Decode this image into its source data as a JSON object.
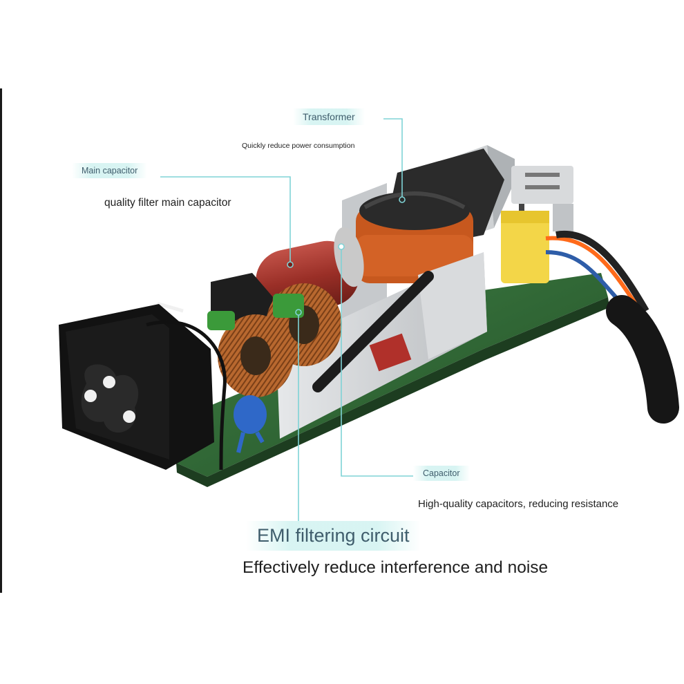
{
  "callouts": {
    "transformer": {
      "title": "Transformer",
      "description": "Quickly reduce power consumption"
    },
    "main_capacitor": {
      "title": "Main capacitor",
      "description": "quality filter main capacitor"
    },
    "capacitor": {
      "title": "Capacitor",
      "description": "High-quality capacitors, reducing resistance"
    },
    "emi_filter": {
      "title": "EMI filtering circuit",
      "description": "Effectively reduce interference and noise"
    }
  },
  "colors": {
    "leader_line": "#7fd3d6",
    "label_background": "#d6f4f2",
    "label_text": "#3f5d6c",
    "pcb_green": "#2f6b36",
    "copper_coil": "#b8682f",
    "electrolytic_red": "#a83a30",
    "shield_silver": "#cfd2d4",
    "capacitor_yellow": "#f3d648",
    "y_cap_blue": "#2f68c8"
  }
}
